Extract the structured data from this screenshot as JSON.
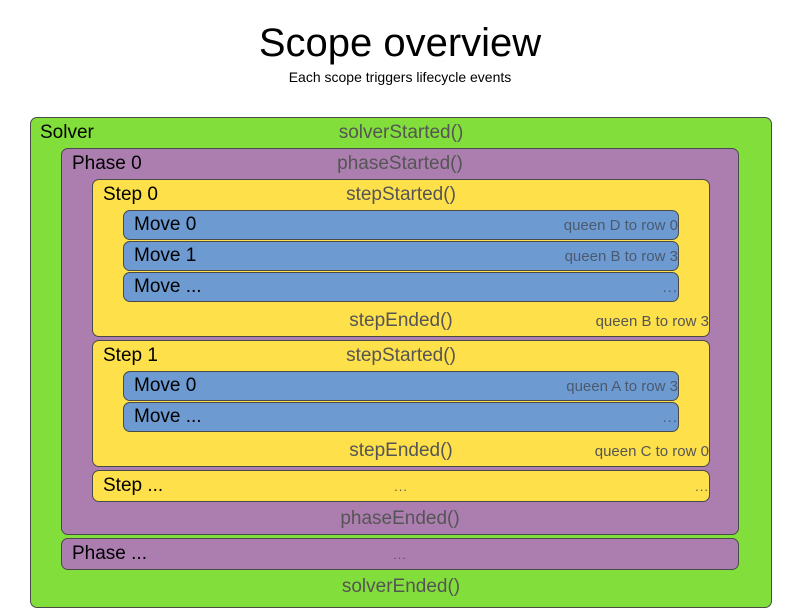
{
  "header": {
    "title": "Scope overview",
    "subtitle": "Each scope triggers lifecycle events"
  },
  "solver": {
    "label": "Solver",
    "started_event": "solverStarted()",
    "ended_event": "solverEnded()",
    "color": "#82DE3A",
    "phases": [
      {
        "label": "Phase 0",
        "started_event": "phaseStarted()",
        "ended_event": "phaseEnded()",
        "color": "#AC7EB0",
        "steps": [
          {
            "label": "Step 0",
            "started_event": "stepStarted()",
            "ended_event": "stepEnded()",
            "ended_value": "queen B to row 3",
            "color": "#FDE04A",
            "moves": [
              {
                "label": "Move 0",
                "value": "queen D to row 0"
              },
              {
                "label": "Move 1",
                "value": "queen B to row 3"
              },
              {
                "label": "Move ...",
                "value": "..."
              }
            ]
          },
          {
            "label": "Step 1",
            "started_event": "stepStarted()",
            "ended_event": "stepEnded()",
            "ended_value": "queen C to row 0",
            "color": "#FDE04A",
            "moves": [
              {
                "label": "Move 0",
                "value": "queen A to row 3"
              },
              {
                "label": "Move ...",
                "value": "..."
              }
            ]
          },
          {
            "label": "Step ...",
            "started_event": "...",
            "ended_value": "...",
            "color": "#FDE04A",
            "moves": []
          }
        ]
      },
      {
        "label": "Phase ...",
        "started_event": "...",
        "color": "#AC7EB0",
        "steps": []
      }
    ]
  },
  "move_color": "#6D9BD1",
  "text_colors": {
    "label": "#000000",
    "event": "#555555",
    "value": "#555555"
  }
}
